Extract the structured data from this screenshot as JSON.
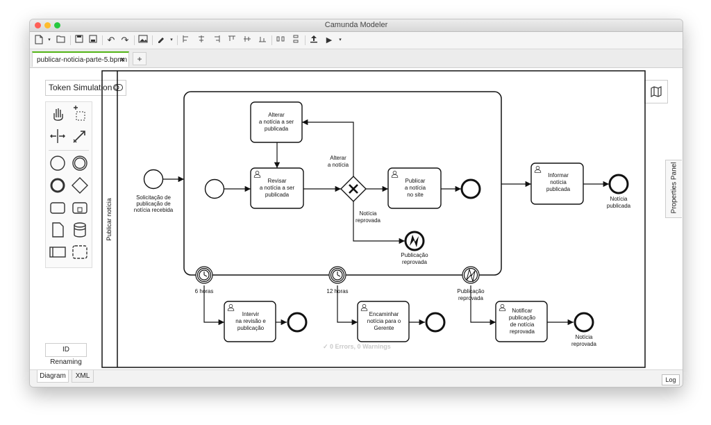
{
  "window": {
    "title": "Camunda Modeler"
  },
  "colors": {
    "accent": "#52b415",
    "close": "#ff5f57",
    "minimize": "#febc2e",
    "zoom": "#28c840"
  },
  "toolbar": {
    "icons": [
      "new-file-icon",
      "dropdown-icon",
      "open-folder-icon",
      "save-icon",
      "save-as-icon",
      "undo-icon",
      "redo-icon",
      "export-image-icon",
      "color-picker-icon",
      "dropdown-icon",
      "align-left-icon",
      "align-center-icon",
      "align-right-icon",
      "align-top-icon",
      "align-middle-icon",
      "align-bottom-icon",
      "distribute-horizontal-icon",
      "distribute-vertical-icon",
      "deploy-icon",
      "start-instance-icon",
      "dropdown-icon"
    ]
  },
  "tabs": [
    {
      "label": "publicar-noticia-parte-5.bpmn",
      "close": "×"
    }
  ],
  "tab_add": "+",
  "token_simulation": {
    "label": "Token Simulation"
  },
  "id_renaming": "ID Renaming",
  "properties_panel": "Properties Panel",
  "status": "✓  0 Errors, 0 Warnings",
  "bottom_tabs": [
    "Diagram",
    "XML"
  ],
  "log": "Log",
  "diagram": {
    "pool": {
      "label": "Publicar notícia"
    },
    "start_event": {
      "label": [
        "Solicitação de",
        "publicação de",
        "notícia recebida"
      ]
    },
    "tasks": {
      "alterar": [
        "Alterar",
        "a notícia a ser",
        "publicada"
      ],
      "revisar": [
        "Revisar",
        "a notícia a ser",
        "publicada"
      ],
      "publicar": [
        "Publicar",
        "a notícia",
        "no site"
      ],
      "informar": [
        "Informar",
        "notícia",
        "publicada"
      ],
      "intervir": [
        "Intervir",
        "na revisão e",
        "publicação"
      ],
      "encaminhar": [
        "Encaminhar",
        "notícia para o",
        "Gerente"
      ],
      "notificar": [
        "Notificar",
        "publicação",
        "de notícia",
        "reprovada"
      ]
    },
    "gateway_flows": {
      "alterar": [
        "Alterar",
        "a notícia"
      ],
      "reprovada": [
        "Notícia",
        "reprovada"
      ]
    },
    "escalation_end": [
      "Publicação",
      "reprovada"
    ],
    "end_publicada": [
      "Notícia",
      "publicada"
    ],
    "end_reprovada": [
      "Notícia",
      "reprovada"
    ],
    "boundary_events": {
      "timer1": "6 horas",
      "timer2": "12 horas",
      "escalation": [
        "Publicação",
        "reprovada"
      ]
    }
  }
}
